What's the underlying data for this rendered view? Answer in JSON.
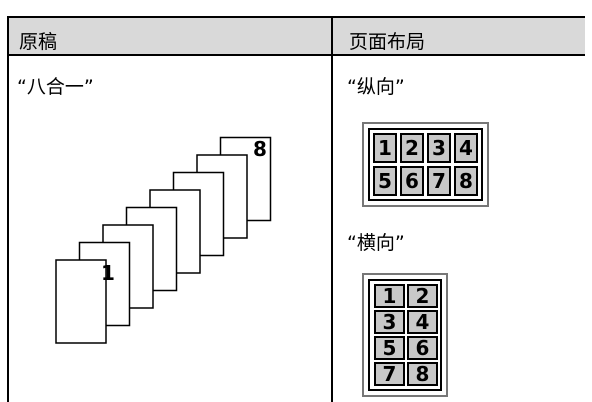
{
  "header": {
    "original": "原稿",
    "layout": "页面布局"
  },
  "original": {
    "label": "“八合一”",
    "first_page": "1",
    "last_page": "8"
  },
  "portrait": {
    "label": "“纵向”",
    "cells": [
      "1",
      "2",
      "3",
      "4",
      "5",
      "6",
      "7",
      "8"
    ]
  },
  "landscape": {
    "label": "“横向”",
    "cells": [
      "1",
      "2",
      "3",
      "4",
      "5",
      "6",
      "7",
      "8"
    ]
  }
}
